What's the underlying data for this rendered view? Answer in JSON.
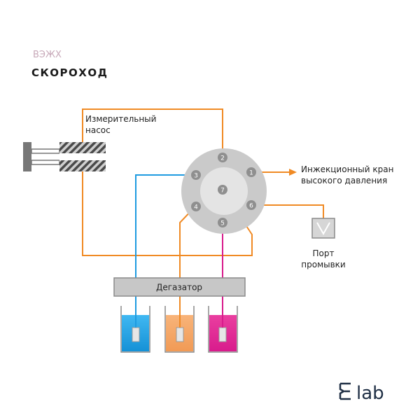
{
  "header": {
    "label": "ВЭЖХ",
    "subtitle": "СКОРОХОД"
  },
  "pump": {
    "label_line1": "Измерительный",
    "label_line2": "насос"
  },
  "valve": {
    "ports": [
      "1",
      "2",
      "3",
      "4",
      "5",
      "6"
    ],
    "center_port": "7"
  },
  "injector": {
    "label_line1": "Инжекционный кран",
    "label_line2": "высокого давления"
  },
  "wash_port": {
    "label_line1": "Порт",
    "label_line2": "промывки"
  },
  "degasser": {
    "label": "Дегазатор"
  },
  "reservoirs": [
    {
      "name": "blue",
      "color": "#1aa3e8"
    },
    {
      "name": "orange",
      "color": "#f5a25d"
    },
    {
      "name": "magenta",
      "color": "#e0208a"
    }
  ],
  "colors": {
    "line_orange": "#f08a24",
    "line_blue": "#1e9be0",
    "line_magenta": "#d81b8c",
    "valve_gray": "#c9c9c9",
    "box_gray": "#c7c7c7"
  },
  "logo": {
    "text": "lab"
  }
}
